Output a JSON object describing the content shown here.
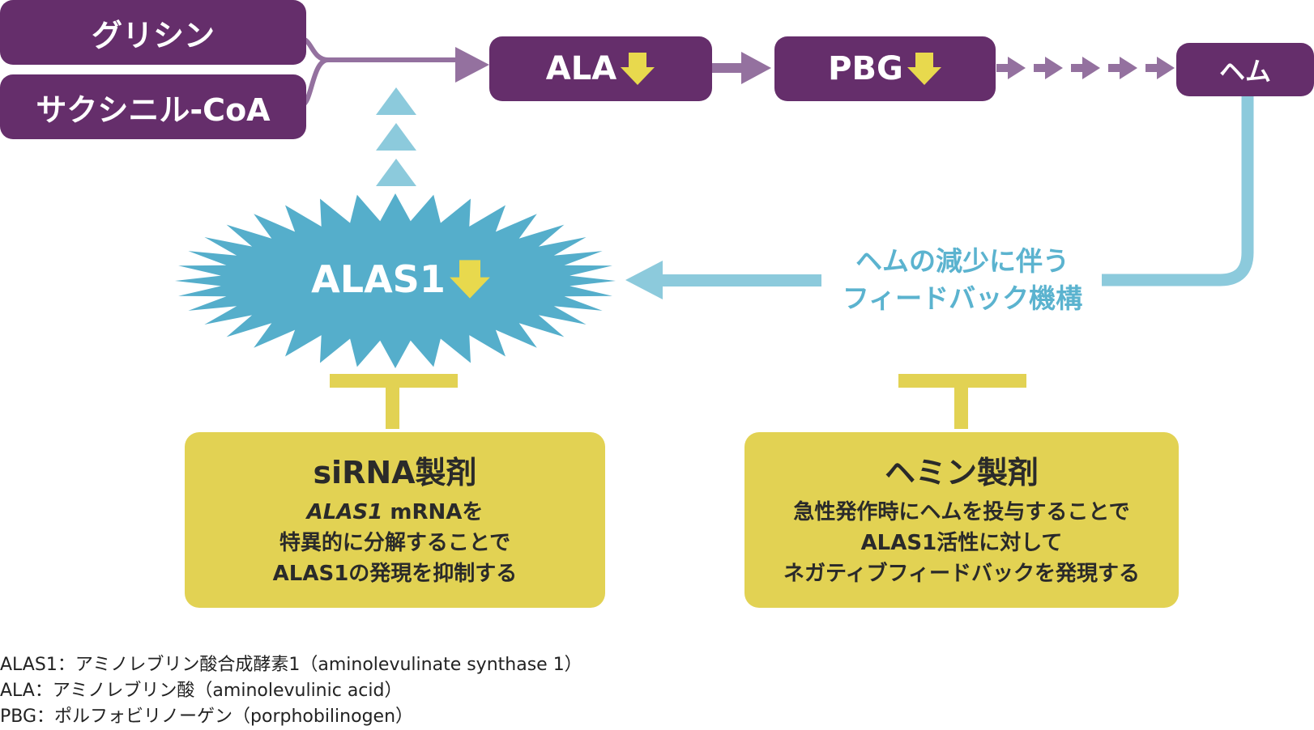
{
  "colors": {
    "purple": "#652e6b",
    "purple_arrow": "#94719f",
    "light_blue": "#8ccadc",
    "blue": "#5bb3cf",
    "burst_fill": "#55aecb",
    "yellow": "#e2d253",
    "arrow_yellow": "#e8d94d"
  },
  "pathway": {
    "glycine": "グリシン",
    "succinyl_coa": "サクシニル-CoA",
    "ala": "ALA",
    "pbg": "PBG",
    "heme": "ヘム"
  },
  "alas1": {
    "label": "ALAS1"
  },
  "feedback": {
    "line1": "ヘムの減少に伴う",
    "line2": "フィードバック機構"
  },
  "sirna": {
    "title": "siRNA製剤",
    "gene": "ALAS1",
    "line1_rest": " mRNAを",
    "line2": "特異的に分解することで",
    "line3": "ALAS1の発現を抑制する"
  },
  "hemin": {
    "title": "ヘミン製剤",
    "line1": "急性発作時にヘムを投与することで",
    "line2": "ALAS1活性に対して",
    "line3": "ネガティブフィードバックを発現する"
  },
  "legend": [
    "ALAS1：アミノレブリン酸合成酵素1（aminolevulinate synthase 1）",
    "ALA：アミノレブリン酸（aminolevulinic acid）",
    "PBG：ポルフォビリノーゲン（porphobilinogen）"
  ]
}
